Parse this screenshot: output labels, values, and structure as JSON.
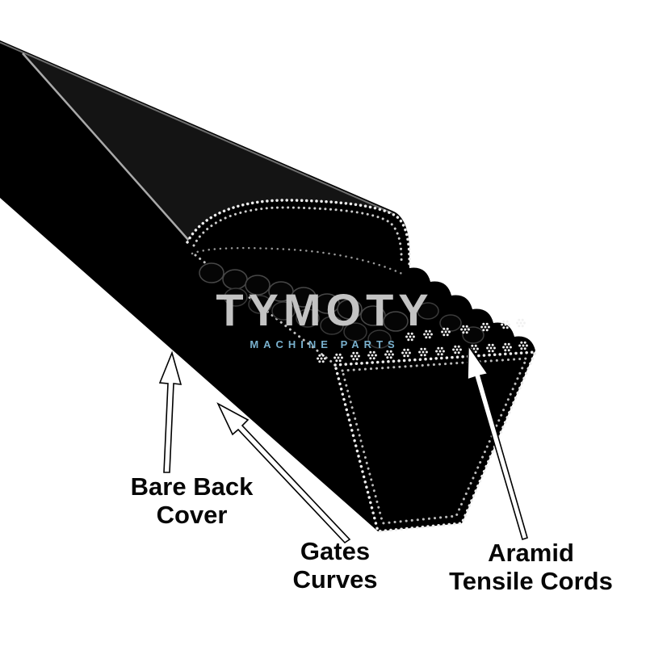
{
  "watermark": {
    "brand": "TYMOTY",
    "subtitle": "MACHINE PARTS",
    "brand_color": "#c3c3c3",
    "subtitle_color": "#79b1ce"
  },
  "labels": {
    "bare_back_cover": {
      "line1": "Bare Back",
      "line2": "Cover"
    },
    "gates_curves": {
      "line1": "Gates",
      "line2": "Curves"
    },
    "aramid_tensile_cords": {
      "line1": "Aramid",
      "line2": "Tensile Cords"
    }
  },
  "diagram": {
    "subject": "v-belt cutaway product illustration",
    "belt_color": "#000000",
    "stitch_color": "#ededed",
    "arrow_fill": "#ffffff",
    "arrow_outline": "#000000"
  }
}
